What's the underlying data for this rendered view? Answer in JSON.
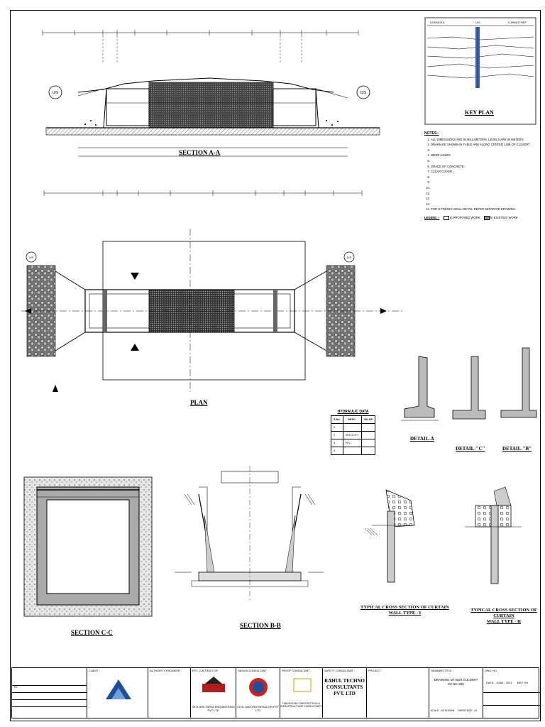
{
  "drawing_labels": {
    "section_aa": "SECTION A-A",
    "plan": "PLAN",
    "key_plan": "KEY PLAN",
    "detail_a": "DETAIL-A",
    "detail_c": "DETAIL-\"C\"",
    "detail_b": "DETAIL-\"B\"",
    "section_cc": "SECTION C-C",
    "section_bb": "SECTION B-B",
    "curtain_wall_1": [
      "TYPICAL CROSS SECTION OF CURTAIN",
      "WALL TYPE - I"
    ],
    "curtain_wall_2": [
      "TYPICAL CROSS SECTION OF CURTAIN",
      "WALL TYPE - II"
    ],
    "hydraulic_data": "HYDRAULIC DATA"
  },
  "section_marks": {
    "us": "U/S",
    "ds": "D/S"
  },
  "key_plan_labels": {
    "left": "DOKMOKA",
    "center": "U/S",
    "right": "LORINGTHEP"
  },
  "notes": {
    "heading": "NOTES:-",
    "items": [
      "ALL DIMENSIONS ARE IN MILLIMETERS, LEVELS ARE IN METERS.",
      "DRAINAGE SHOWN IN TABLE ARE ALONG CENTER LINE OF CULVERT.",
      "",
      "WEEP HOLES",
      "",
      "GRADE OF CONCRETE:-",
      "CLEAR COVER:-",
      "",
      "",
      "",
      "",
      "",
      "",
      "FOR U-TRENCH WALL DETAIL REFER SEPARATE DRAWING."
    ],
    "legend_heading": "LEGEND :-",
    "legend_proposed": "a) PROPOSED WORK",
    "legend_existing": "b) EXISTING WORK"
  },
  "hydraulic_table": {
    "headers": [
      "S.No.",
      "DESC.",
      "VALUE"
    ],
    "rows": [
      [
        "1.",
        "",
        ""
      ],
      [
        "2.",
        "VELOCITY",
        ""
      ],
      [
        "3.",
        "HFL",
        ""
      ],
      [
        "4.",
        "",
        ""
      ]
    ]
  },
  "title_block": {
    "revisions": [
      [
        "R0",
        "",
        ""
      ],
      [
        "",
        "",
        ""
      ],
      [
        "",
        "",
        ""
      ]
    ],
    "client_label": "CLIENT :",
    "authority_engineer_label": "AUTHORITY ENGINEER :",
    "epc_contractor_label": "EPC CONTRACTOR :",
    "epc_contractor_name": "SKYLARK INFRA ENGINEERING PVT LTD",
    "design_consultant_label": "DESIGN CONSULTANT :",
    "design_consultant_name": "CIVIL MANTRA INFRACON PVT LTD",
    "proof_consultant_label": "PROOF CONSULTANT :",
    "proof_consultant_name": [
      "HINDUSTAN CONSTRUCTION &",
      "INFRASTRUCTURE CONSULTANTS"
    ],
    "safety_consultant_label": "SAFETY CONSULTANT :",
    "safety_consultant_name": [
      "RAHUL TECHNO",
      "CONSULTANTS PVT. LTD"
    ],
    "project_label": "PROJECT :",
    "drawing_title_label": "DRAWING TITLE :",
    "drawing_title": [
      "DRAWING OF BOX CULVERT",
      "CH 59+490"
    ],
    "scale": "SCALE : AS SHOWN",
    "paper_size": "PAPER SIZE : A1",
    "dwg_no_label": "DWG. NO.",
    "date": "DATE : JUNE - 2021",
    "rev": "REV. R0"
  }
}
